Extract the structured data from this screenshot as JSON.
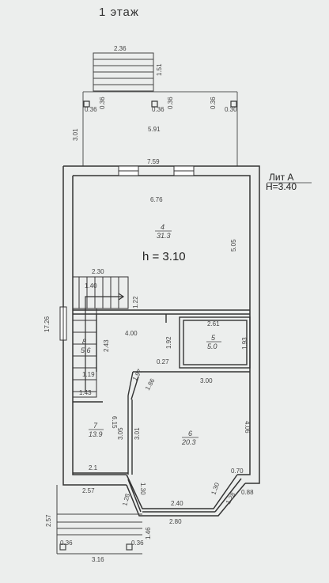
{
  "title": "1 этаж",
  "lit": {
    "label": "Лит А",
    "height": "H=3.40"
  },
  "ceiling": "h  =  3.10",
  "rooms": [
    {
      "no": "4",
      "area": "31.3"
    },
    {
      "no": "5",
      "area": "5.0"
    },
    {
      "no": "6",
      "area": "20.3"
    },
    {
      "no": "7",
      "area": "13.9"
    },
    {
      "no": "8",
      "area": "5.6"
    }
  ],
  "dims": {
    "steps_top_width": "2.36",
    "steps_top_depth": "1.51",
    "col_l_a": "0.36",
    "col_l_b": "0.36",
    "col_m_a": "0.36",
    "col_m_b": "0.36",
    "col_r_a": "0.36",
    "col_r_b": "0.30",
    "terrace_depth": "3.01",
    "terrace_width": "5.91",
    "wall_total": "7.59",
    "room4_width": "6.76",
    "room4_depth": "5.05",
    "stair_width": "2.30",
    "stair_a": "1.40",
    "stair_b": "1.22",
    "overall_length": "17.26",
    "hall_width": "4.00",
    "hall_depth": "2.43",
    "stair_c": "1.19",
    "stair_d": "1.43",
    "door_a": "1.92",
    "room5_width": "2.61",
    "room5_depth": "1.93",
    "door_b": "0.27",
    "diag_a": "1.97",
    "diag_b": "1.86",
    "room6_width": "3.00",
    "room7_depth": "6.15",
    "wall_a": "3.05",
    "wall_b": "3.01",
    "room6_depth": "4.06",
    "bay_a": "0.70",
    "bay_b": "0.88",
    "door_c": "2.1",
    "room7_width": "2.57",
    "bay_c": "1.30",
    "bay_d": "1.28",
    "bay_e": "2.40",
    "bay_f": "1.30",
    "bay_g": "1.28",
    "bay_outer": "2.80",
    "porch_depth": "2.57",
    "porch_step": "1.46",
    "porch_col_a": "0.36",
    "porch_col_b": "0.36",
    "porch_width": "3.16"
  }
}
